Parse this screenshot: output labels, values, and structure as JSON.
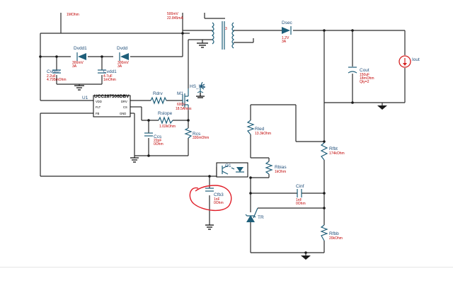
{
  "top_cut": {
    "line1": "1MOhm",
    "line2": "500mV",
    "line3": "22.845mA"
  },
  "ic": {
    "name": "UCC287506DBV",
    "ref": "U1",
    "pins_left": [
      "VDD",
      "FLT",
      "FB"
    ],
    "pins_right": [
      "DRV",
      "CS",
      "GND"
    ]
  },
  "components": {
    "dsec": {
      "name": "Dsec",
      "v1": "1.2V",
      "v2": "3A"
    },
    "dvdd1": {
      "name": "Dvdd1",
      "v1": "300mV",
      "v2": "3A"
    },
    "dvdd": {
      "name": "Dvdd",
      "v1": "300mV",
      "v2": "3A"
    },
    "cvdd2": {
      "name": "Cvdd2",
      "v1": "2.2uF",
      "v2": "4.795mOhm"
    },
    "cvdd1": {
      "name": "Cvdd1",
      "v1": "4.7uF",
      "v2": "1mOhm"
    },
    "cout": {
      "name": "Cout",
      "v1": "150uF",
      "v2": "18mOhm",
      "v3": "Qty=2"
    },
    "iout": {
      "name": "Iout"
    },
    "rdrv": {
      "name": "Rdrv"
    },
    "m1": {
      "name": "M1",
      "v1": "600V",
      "v2": "18.5Amps"
    },
    "hs_m1": {
      "name": "HS_M1"
    },
    "rslope": {
      "name": "Rslope",
      "v1": "1.02kOhm"
    },
    "ccs": {
      "name": "Ccs",
      "v1": "22pF",
      "v2": "0Ohm"
    },
    "rcs": {
      "name": "Rcs",
      "v1": "330mOhm"
    },
    "rled": {
      "name": "Rled",
      "v1": "13.3kOhm"
    },
    "rfbt": {
      "name": "Rfbt",
      "v1": "174kOhm"
    },
    "o1": {
      "name": "O1"
    },
    "rbias": {
      "name": "Rbias",
      "v1": "1kOhm"
    },
    "cinf": {
      "name": "Cinf",
      "v1": "1nF",
      "v2": "0Ohm"
    },
    "cfb3": {
      "name": "Cfb3",
      "v1": "1nF",
      "v2": "0Ohm"
    },
    "tr": {
      "name": "TR"
    },
    "rfbb": {
      "name": "Rfbb",
      "v1": "20kOhm"
    }
  },
  "colors": {
    "wire": "#2a2a2a",
    "label": "#1f4e79",
    "value": "#c00000",
    "annotation": "#e0202a",
    "source": "#d42020"
  }
}
